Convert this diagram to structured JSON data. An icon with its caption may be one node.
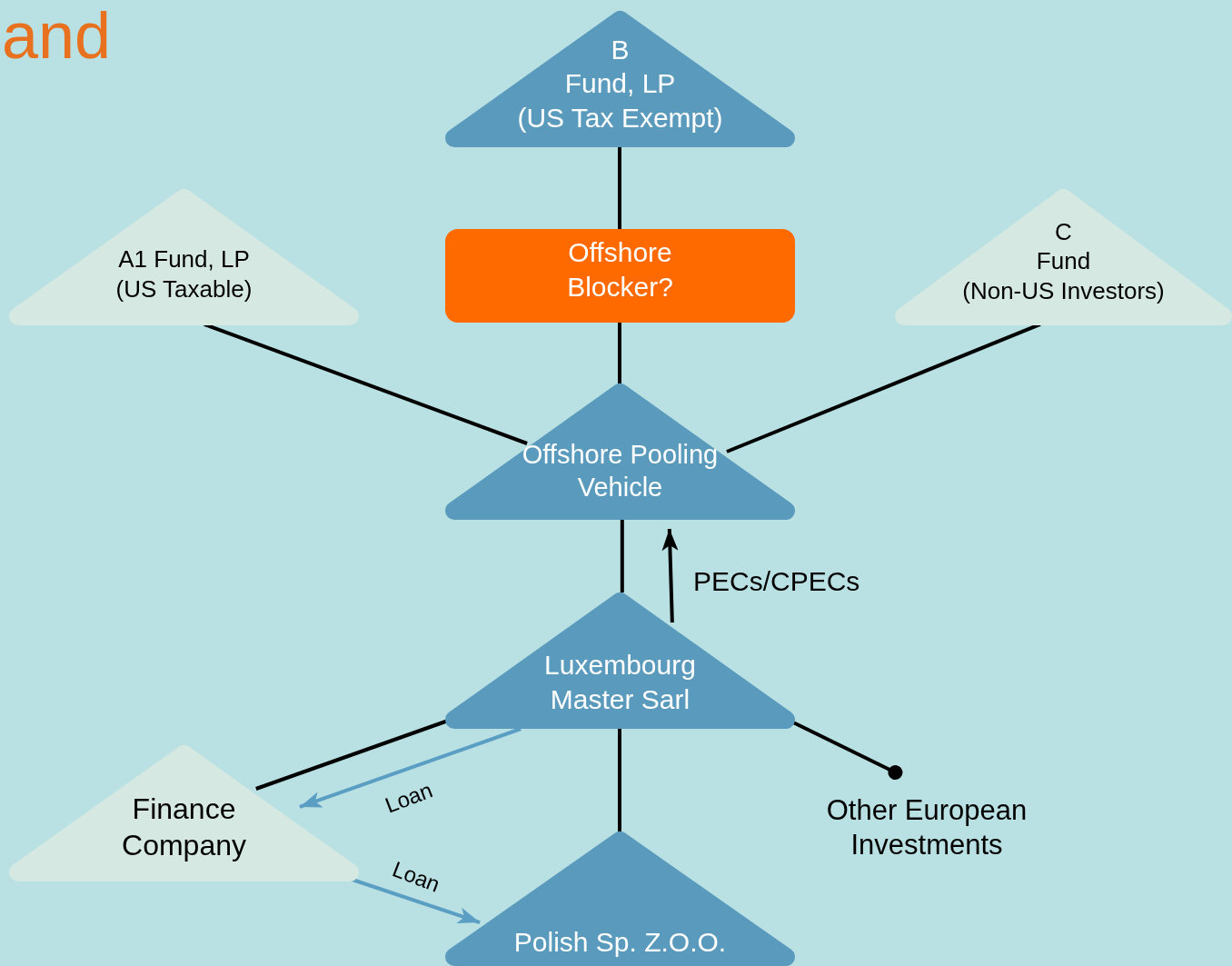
{
  "diagram": {
    "title": "and",
    "nodes": [
      {
        "text": [
          "B",
          "Fund, LP",
          "(US Tax Exempt)"
        ]
      },
      {
        "text": [
          "A1 Fund, LP",
          "(US Taxable)"
        ]
      },
      {
        "text": [
          "Offshore Blocker?"
        ]
      },
      {
        "text": [
          "C",
          "Fund",
          "(Non-US Investors)"
        ]
      },
      {
        "text": [
          "Offshore Pooling Vehicle"
        ]
      },
      {
        "text": [
          "Luxembourg Master Sarl"
        ]
      },
      {
        "text": [
          "Finance Company"
        ]
      },
      {
        "text": [
          "Other European Investments"
        ]
      },
      {
        "text": [
          "Polish Sp. Z.O.O."
        ]
      }
    ],
    "edges": [
      {
        "from": 0,
        "to": 2,
        "arrow": "none"
      },
      {
        "from": 2,
        "to": 4,
        "arrow": "none"
      },
      {
        "from": 1,
        "to": 4,
        "arrow": "none"
      },
      {
        "from": 3,
        "to": 4,
        "arrow": "none"
      },
      {
        "from": 4,
        "to": 5,
        "arrow": "none"
      },
      {
        "from": 5,
        "to": 4,
        "arrow": "to",
        "label": "PECs/CPECs"
      },
      {
        "from": 5,
        "to": 6,
        "arrow": "none"
      },
      {
        "from": 5,
        "to": 6,
        "arrow": "to",
        "label": "Loan",
        "color": "#5b9ec4"
      },
      {
        "from": 5,
        "to": 8,
        "arrow": "none"
      },
      {
        "from": 6,
        "to": 8,
        "arrow": "to",
        "label": "Loan",
        "color": "#5b9ec4"
      },
      {
        "from": 5,
        "to": 7,
        "arrow": "other"
      }
    ]
  }
}
